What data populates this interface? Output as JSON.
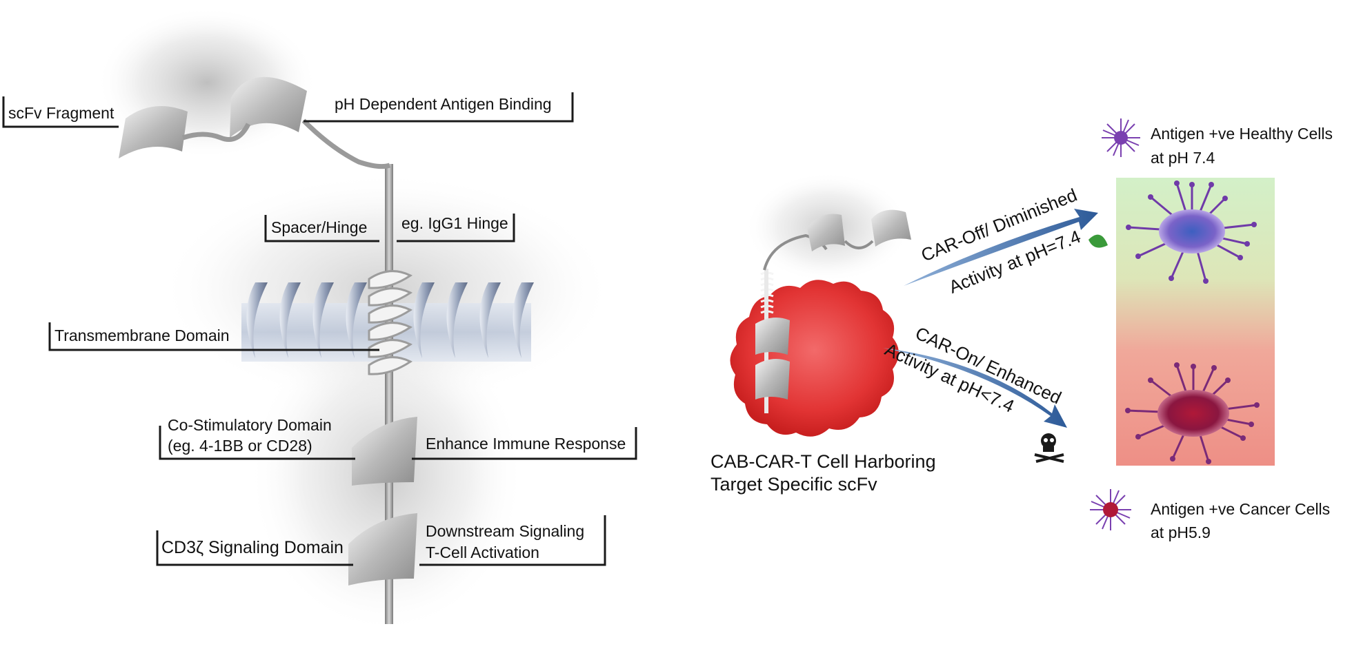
{
  "car_structure": {
    "scfv_fragment": "scFv Fragment",
    "ph_binding": "pH Dependent Antigen Binding",
    "spacer_hinge": "Spacer/Hinge",
    "igg1_hinge": "eg. IgG1 Hinge",
    "transmembrane": "Transmembrane Domain",
    "costim_line1": "Co-Stimulatory Domain",
    "costim_line2": "(eg. 4-1BB or CD28)",
    "enhance_immune": "Enhance Immune Response",
    "cd3z": "CD3ζ Signaling Domain",
    "downstream_line1": "Downstream Signaling",
    "downstream_line2": "T-Cell Activation"
  },
  "cab_car_t": {
    "caption_line1": "CAB-CAR-T Cell Harboring",
    "caption_line2": "Target Specific scFv",
    "off_line1": "CAR-Off/ Diminished",
    "off_line2": "Activity at pH=7.4",
    "on_line1": "CAR-On/ Enhanced",
    "on_line2": "Activity at pH<7.4"
  },
  "targets": {
    "healthy_line1": "Antigen +ve Healthy Cells",
    "healthy_line2": "at pH 7.4",
    "cancer_line1": "Antigen +ve Cancer Cells",
    "cancer_line2": "at pH5.9"
  },
  "colors": {
    "arrow_blue": "#3a6aa8",
    "tcell_red": "#e23434",
    "healthy_gradient": "#d3f0c8",
    "cancer_gradient": "#ee8f86",
    "virus_purple": "#6f3aa8",
    "virus_core_blue": "#3d5fc0",
    "virus_core_red": "#b01838",
    "ribbon_gray": "#bdbdbd"
  }
}
